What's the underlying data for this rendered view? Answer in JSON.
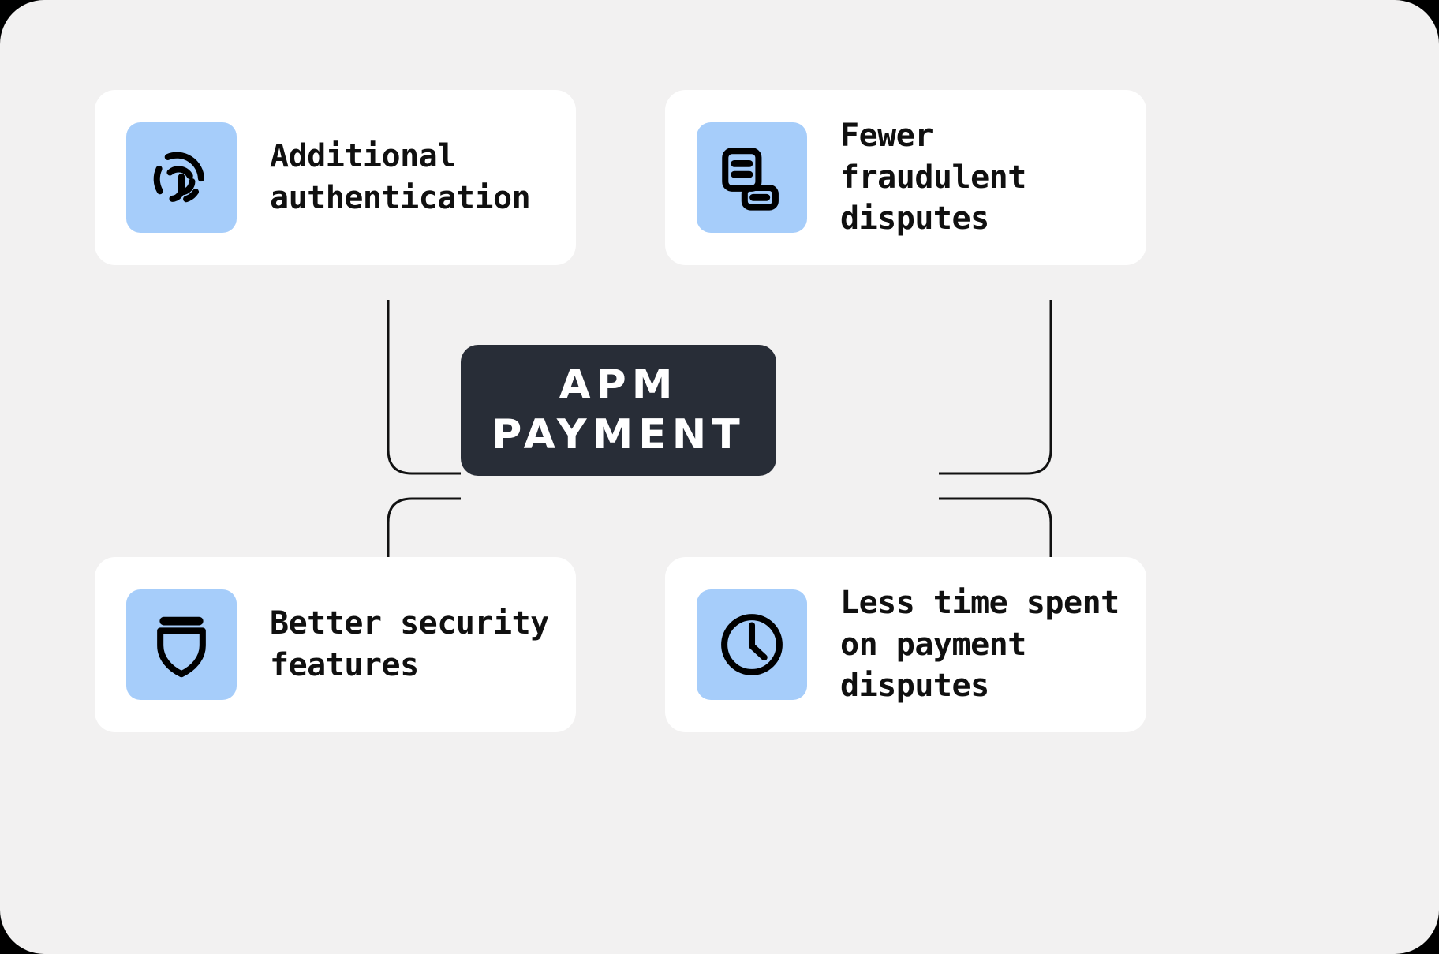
{
  "theme": {
    "page_background": "#f2f1f1",
    "card_background": "#ffffff",
    "icon_tile_color": "#a6cdfa",
    "center_node_color": "#282d37",
    "text_color": "#101010",
    "center_text_color": "#ffffff",
    "connector_color": "#111111"
  },
  "center": {
    "label": "APM\nPAYMENT"
  },
  "cards": [
    {
      "id": "additional-authentication",
      "icon": "fingerprint-icon",
      "label": "Additional\nauthentication"
    },
    {
      "id": "fewer-fraudulent-disputes",
      "icon": "document-dispute-icon",
      "label": "Fewer\nfraudulent\ndisputes"
    },
    {
      "id": "better-security-features",
      "icon": "shield-icon",
      "label": "Better security\nfeatures"
    },
    {
      "id": "less-time-spent-on-payment-disputes",
      "icon": "clock-icon",
      "label": "Less time spent\non payment\ndisputes"
    }
  ]
}
